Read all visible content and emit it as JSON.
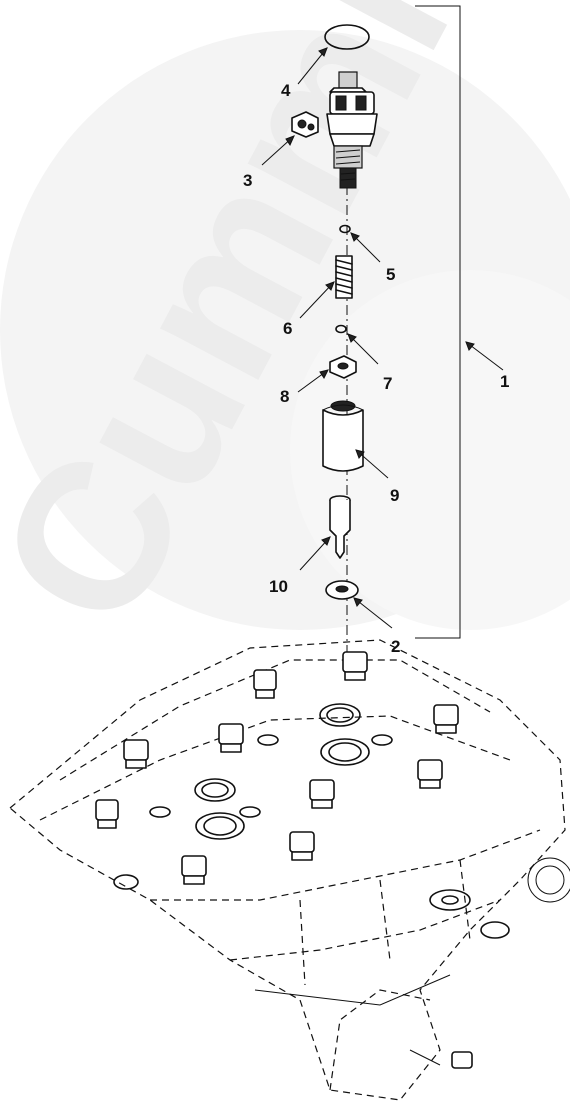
{
  "watermark": "Cummins",
  "callouts": [
    {
      "id": "c1",
      "label": "1"
    },
    {
      "id": "c2",
      "label": "2"
    },
    {
      "id": "c3",
      "label": "3"
    },
    {
      "id": "c4",
      "label": "4"
    },
    {
      "id": "c5",
      "label": "5"
    },
    {
      "id": "c6",
      "label": "6"
    },
    {
      "id": "c7",
      "label": "7"
    },
    {
      "id": "c8",
      "label": "8"
    },
    {
      "id": "c9",
      "label": "9"
    },
    {
      "id": "c10",
      "label": "10"
    }
  ]
}
